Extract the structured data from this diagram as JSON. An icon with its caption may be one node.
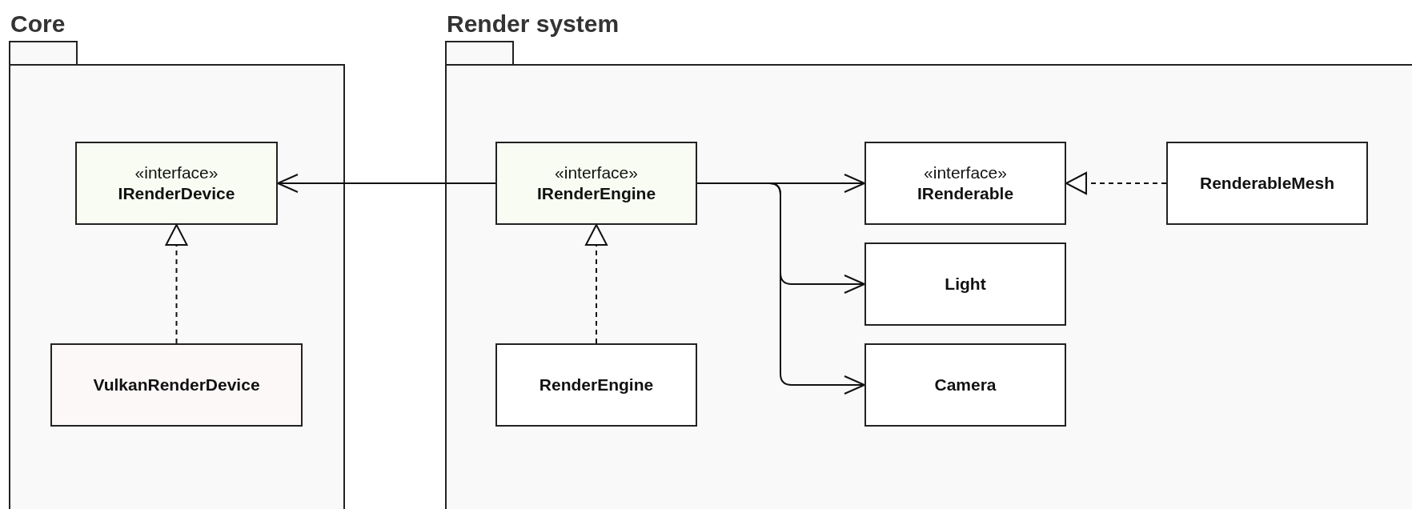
{
  "diagram": {
    "nodes": [
      {
        "text": [
          "Core"
        ]
      },
      {
        "text": [
          "«interface»",
          "IRenderDevice"
        ],
        "in": 0
      },
      {
        "text": [
          "VulkanRenderDevice"
        ],
        "in": 0
      },
      {
        "text": [
          "Render system"
        ]
      },
      {
        "text": [
          "«interface»",
          "IRenderEngine"
        ],
        "in": 3
      },
      {
        "text": [
          "RenderEngine"
        ],
        "in": 3
      },
      {
        "text": [
          "«interface»",
          "IRenderable"
        ],
        "in": 3
      },
      {
        "text": [
          "RenderableMesh"
        ],
        "in": 3
      },
      {
        "text": [
          "Light"
        ],
        "in": 3
      },
      {
        "text": [
          "Camera"
        ],
        "in": 3
      }
    ],
    "edges": [
      {
        "from": 4,
        "to": 1,
        "arrow": "to"
      },
      {
        "from": 4,
        "to": 6,
        "arrow": "to"
      },
      {
        "from": 4,
        "to": 8,
        "arrow": "to"
      },
      {
        "from": 4,
        "to": 9,
        "arrow": "to"
      },
      {
        "from": 2,
        "to": 1,
        "arrow": "to",
        "style": "dashed"
      },
      {
        "from": 5,
        "to": 4,
        "arrow": "to",
        "style": "dashed"
      },
      {
        "from": 7,
        "to": 6,
        "arrow": "to",
        "style": "dashed"
      }
    ]
  }
}
